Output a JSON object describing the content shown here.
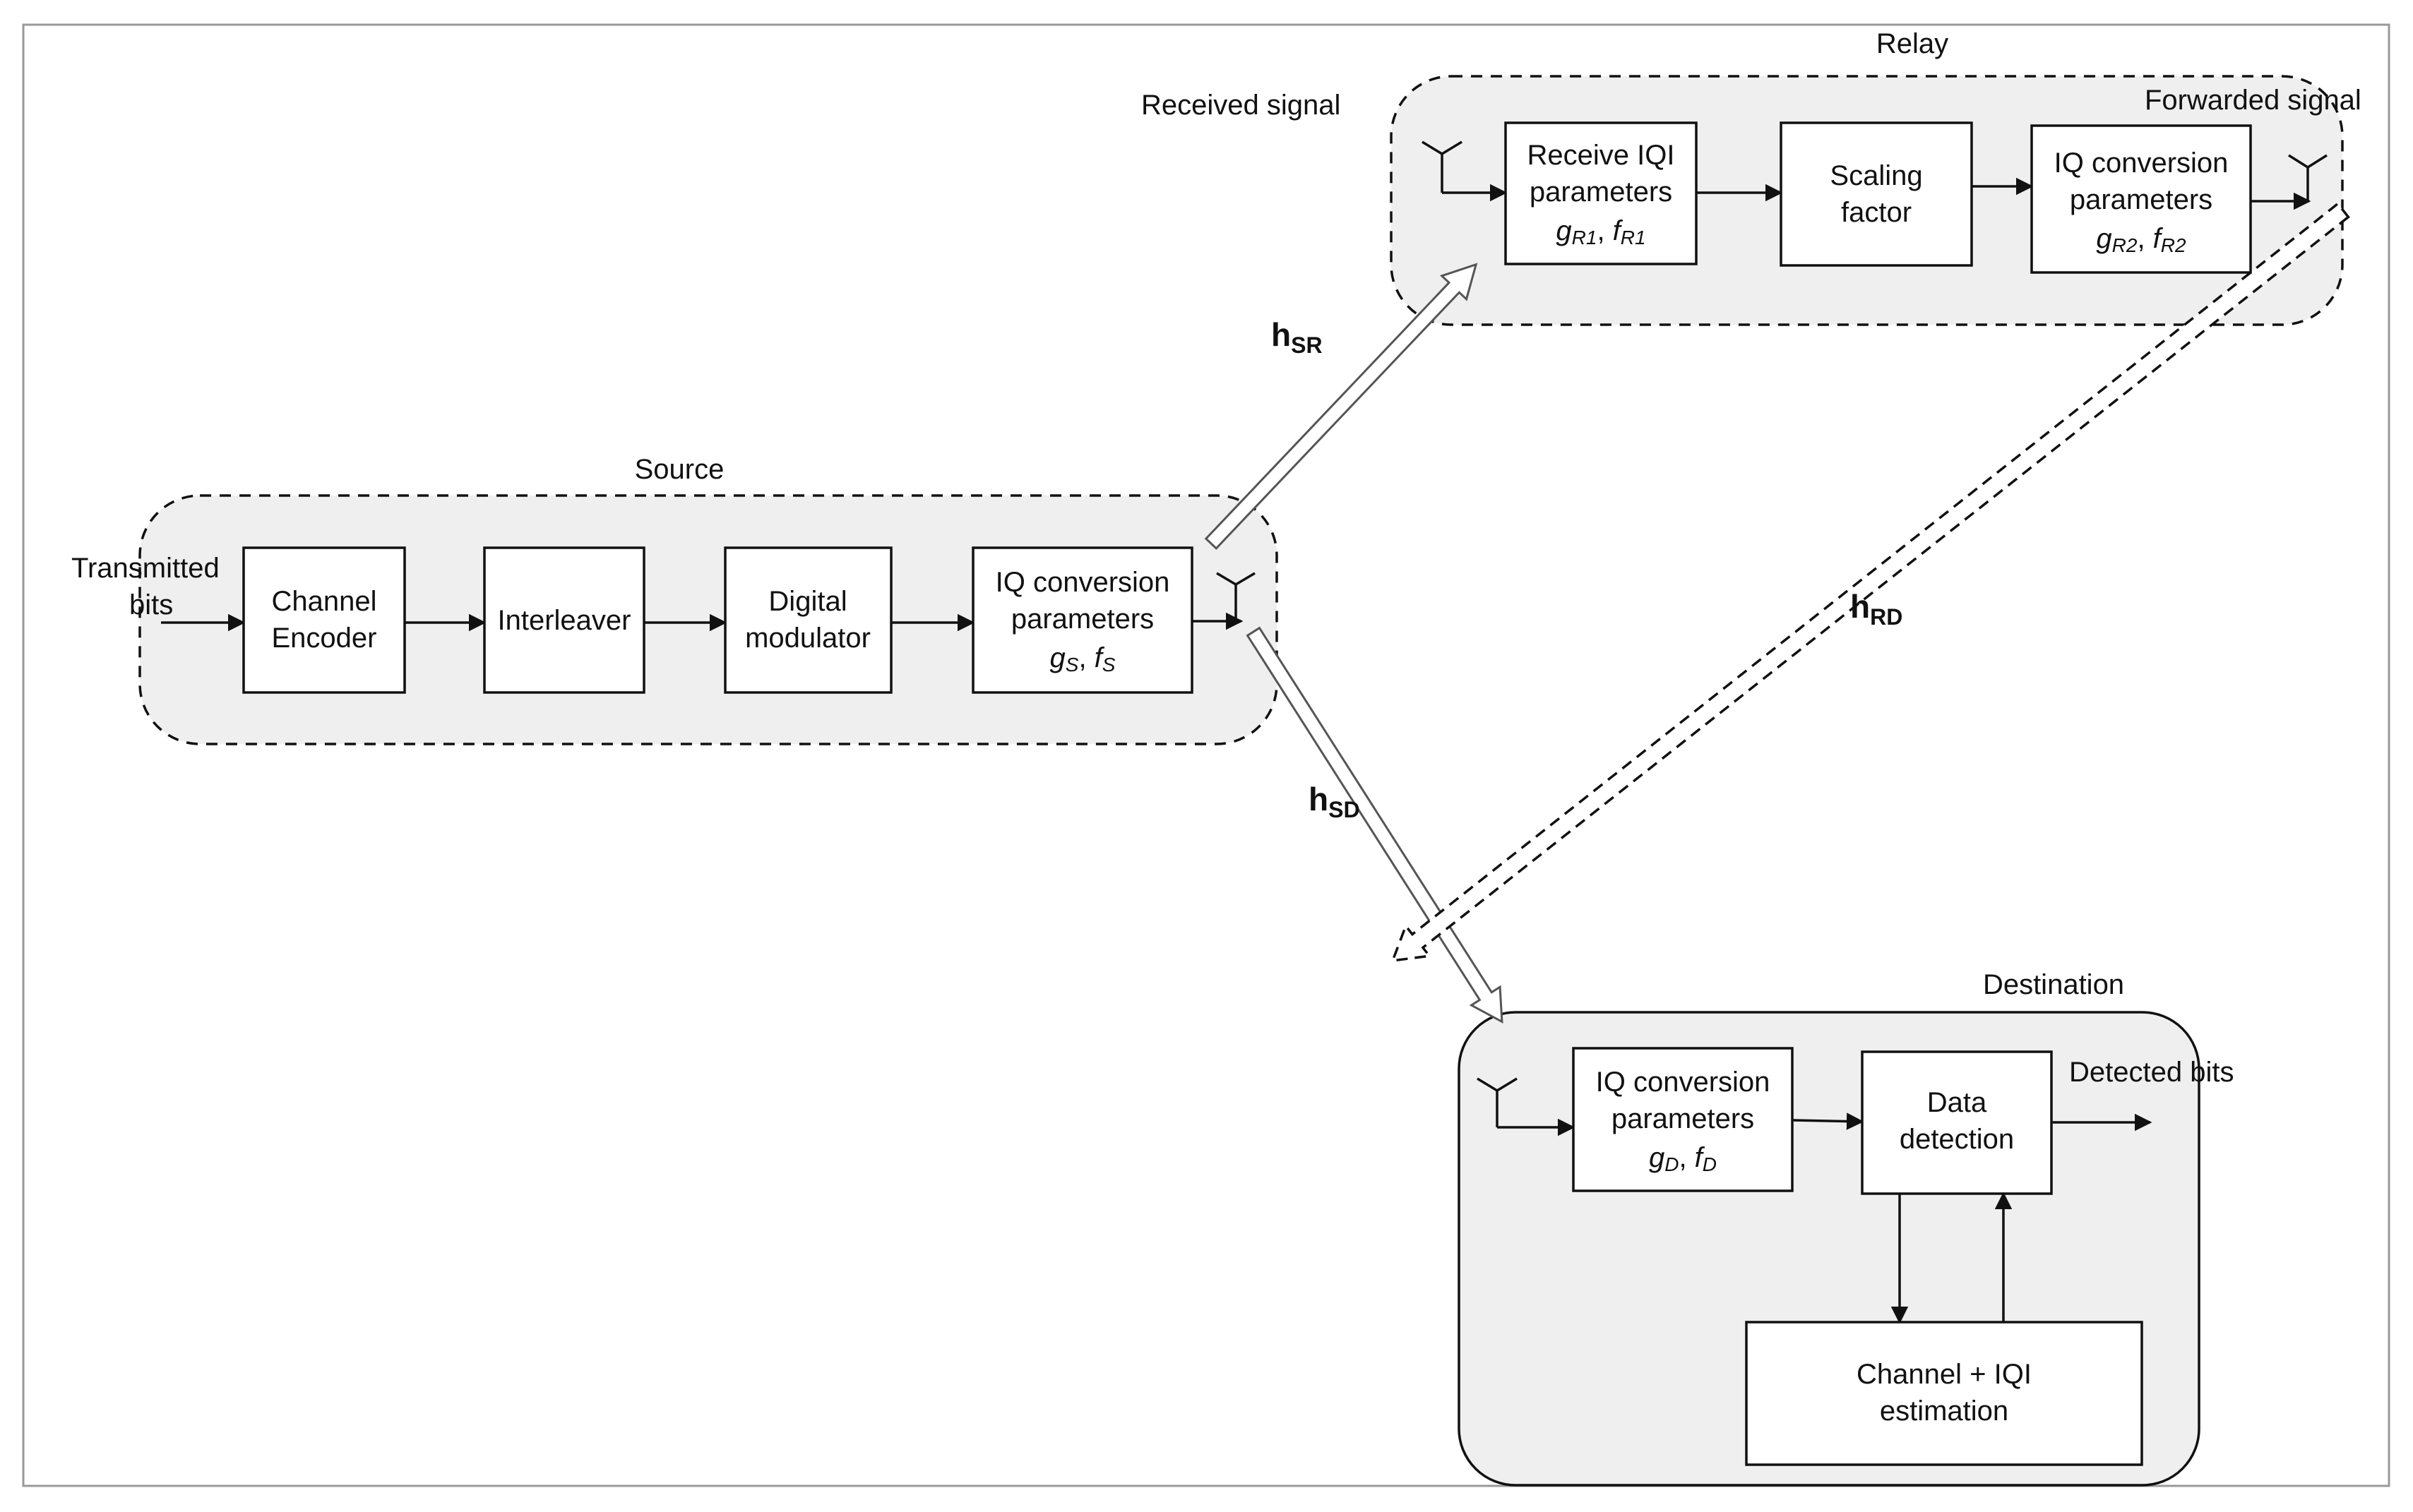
{
  "groups": {
    "source": "Source",
    "relay": "Relay",
    "destination": "Destination"
  },
  "labels": {
    "transmitted_bits_1": "Transmitted",
    "transmitted_bits_2": "bits",
    "received_signal": "Received signal",
    "forwarded_signal": "Forwarded signal",
    "detected_bits": "Detected bits"
  },
  "source_blocks": {
    "encoder_1": "Channel",
    "encoder_2": "Encoder",
    "interleaver": "Interleaver",
    "modulator_1": "Digital",
    "modulator_2": "modulator",
    "iq_1": "IQ conversion",
    "iq_2": "parameters",
    "iq_g": "g",
    "iq_g_sub": "S",
    "iq_sep": ", ",
    "iq_f": "f",
    "iq_f_sub": "S"
  },
  "relay_blocks": {
    "rx_1": "Receive  IQI",
    "rx_2": "parameters",
    "rx_g": "g",
    "rx_g_sub": "R1",
    "rx_sep": ", ",
    "rx_f": "f",
    "rx_f_sub": "R1",
    "scale_1": "Scaling",
    "scale_2": "factor",
    "tx_1": "IQ conversion",
    "tx_2": "parameters",
    "tx_g": "g",
    "tx_g_sub": "R2",
    "tx_sep": ", ",
    "tx_f": "f",
    "tx_f_sub": "R2"
  },
  "dest_blocks": {
    "iq_1": "IQ conversion",
    "iq_2": "parameters",
    "iq_g": "g",
    "iq_g_sub": "D",
    "iq_sep": ", ",
    "iq_f": "f",
    "iq_f_sub": "D",
    "det_1": "Data",
    "det_2": "detection",
    "est_1": "Channel + IQI",
    "est_2": "estimation"
  },
  "channels": {
    "sr": "h",
    "sr_sub": "SR",
    "sd": "h",
    "sd_sub": "SD",
    "rd": "h",
    "rd_sub": "RD"
  }
}
